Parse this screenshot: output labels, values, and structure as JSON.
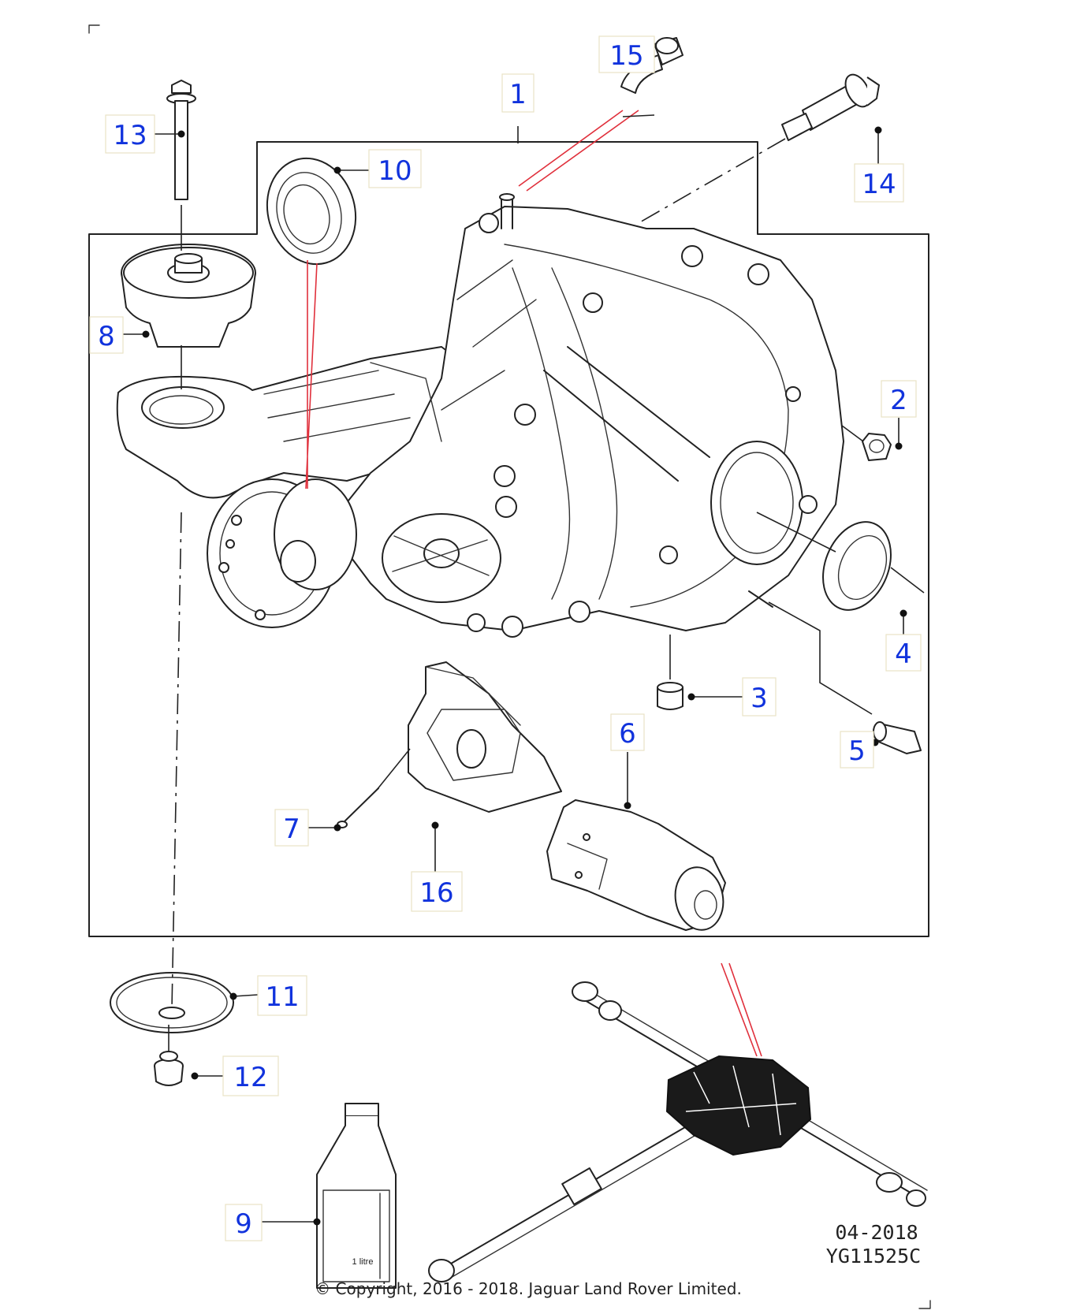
{
  "diagram": {
    "callouts": {
      "c1": "1",
      "c2": "2",
      "c3": "3",
      "c4": "4",
      "c5": "5",
      "c6": "6",
      "c7": "7",
      "c8": "8",
      "c9": "9",
      "c10": "10",
      "c11": "11",
      "c12": "12",
      "c13": "13",
      "c14": "14",
      "c15": "15",
      "c16": "16"
    },
    "bottle_label": "1 litre",
    "date_code": "04-2018",
    "illustration_id": "YG11525C",
    "copyright": "© Copyright, 2016 - 2018. Jaguar Land Rover Limited.",
    "colors": {
      "callout_text": "#1133dd",
      "line_art": "#222222",
      "highlight_lines": "#e0303c",
      "callout_box_border": "#e9e3c6"
    }
  }
}
